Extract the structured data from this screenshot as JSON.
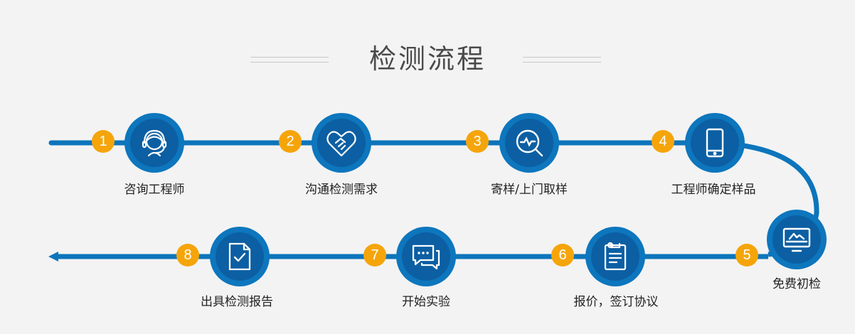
{
  "title": "检测流程",
  "colors": {
    "track": "#0c75bb",
    "badge": "#f5a50a",
    "circle": "#0d76bd",
    "circle_core": "#0c5fa3",
    "background": "#f3f3f3"
  },
  "steps": [
    {
      "number": "1",
      "label": "咨询工程师",
      "icon": "headset-agent-icon"
    },
    {
      "number": "2",
      "label": "沟通检测需求",
      "icon": "handshake-icon"
    },
    {
      "number": "3",
      "label": "寄样/上门取样",
      "icon": "magnifier-icon"
    },
    {
      "number": "4",
      "label": "工程师确定样品",
      "icon": "phone-icon"
    },
    {
      "number": "5",
      "label": "免费初检",
      "icon": "monitor-icon"
    },
    {
      "number": "6",
      "label": "报价，签订协议",
      "icon": "clipboard-icon"
    },
    {
      "number": "7",
      "label": "开始实验",
      "icon": "chat-bubbles-icon"
    },
    {
      "number": "8",
      "label": "出具检测报告",
      "icon": "report-check-icon"
    }
  ]
}
